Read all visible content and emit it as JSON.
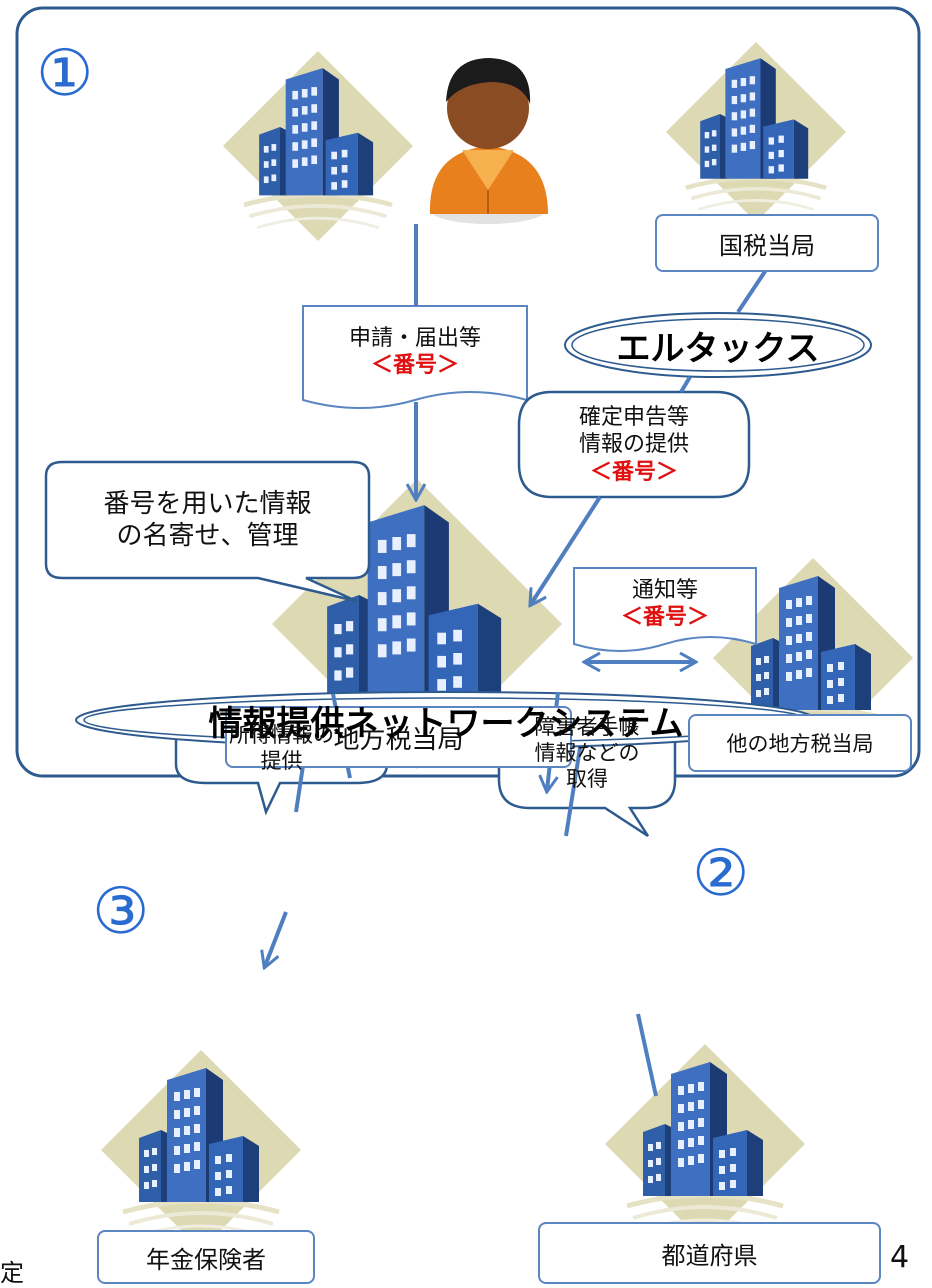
{
  "numbers": {
    "n1": "①",
    "n2": "②",
    "n3": "③"
  },
  "tax_national": "国税当局",
  "eltax": "エルタックス",
  "application": {
    "line1": "申請・届出等",
    "line2": "＜番号＞"
  },
  "kakutei": {
    "line1": "確定申告等",
    "line2": "情報の提供",
    "line3": "＜番号＞"
  },
  "nayose": {
    "line1": "番号を用いた情報",
    "line2": "の名寄せ、管理"
  },
  "notice": {
    "line1": "通知等",
    "line2": "＜番号＞"
  },
  "local_tax": "地方税当局",
  "other_local_tax": "他の地方税当局",
  "network": "情報提供ネットワークシステム",
  "income": {
    "line1": "所得情報の",
    "line2": "提供"
  },
  "disability": {
    "line1": "障害者手帳",
    "line2": "情報などの",
    "line3": "取得"
  },
  "pension": "年金保険者",
  "prefecture": "都道府県",
  "page_number": "4",
  "corner_text": "定",
  "colors": {
    "frame": "#2e5b8f",
    "accent_blue": "#2a6bd0",
    "arrow": "#4f7fc0",
    "red_label": "#e01010",
    "diamond": "#d8d6b0"
  }
}
